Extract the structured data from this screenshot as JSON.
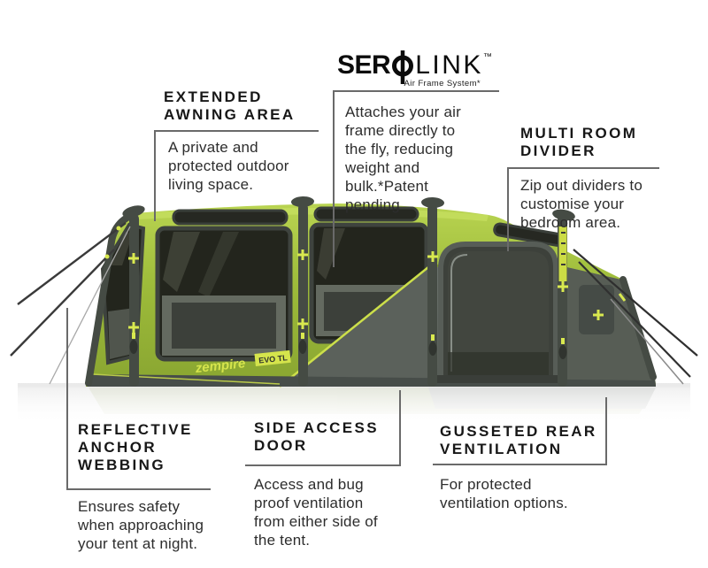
{
  "logo": {
    "part1": "SER",
    "part2": "LINK",
    "tm": "™",
    "subtitle": "Air Frame System*"
  },
  "callouts": {
    "extended_awning": {
      "title": "EXTENDED\nAWNING AREA",
      "body": "A private and\nprotected outdoor\nliving space."
    },
    "serolink": {
      "body": "Attaches your air\nframe directly to\nthe fly, reducing\nweight and\nbulk.*Patent\npending"
    },
    "multi_room": {
      "title": "MULTI ROOM\nDIVIDER",
      "body": "Zip out dividers to\ncustomise your\nbedroom area."
    },
    "reflective": {
      "title": "REFLECTIVE\nANCHOR\nWEBBING",
      "body": "Ensures safety\nwhen approaching\nyour tent at night."
    },
    "side_access": {
      "title": "SIDE ACCESS\nDOOR",
      "body": "Access and bug\nproof ventilation\nfrom either side of\nthe tent."
    },
    "gusseted": {
      "title": "GUSSETED REAR\nVENTILATION",
      "body": "For protected\nventilation options."
    }
  },
  "tent": {
    "brand_label": "zempire",
    "model_label": "EVO TL"
  },
  "colors": {
    "green": "#9dbb3a",
    "green_dark": "#7e9a2b",
    "fabric_gray": "#5d635e",
    "beam_gray": "#454b44",
    "accent_yellow": "#d9e94f",
    "connector_gray": "#6a6a6a",
    "heading_text": "#171717",
    "body_text": "#2d2d2d"
  }
}
